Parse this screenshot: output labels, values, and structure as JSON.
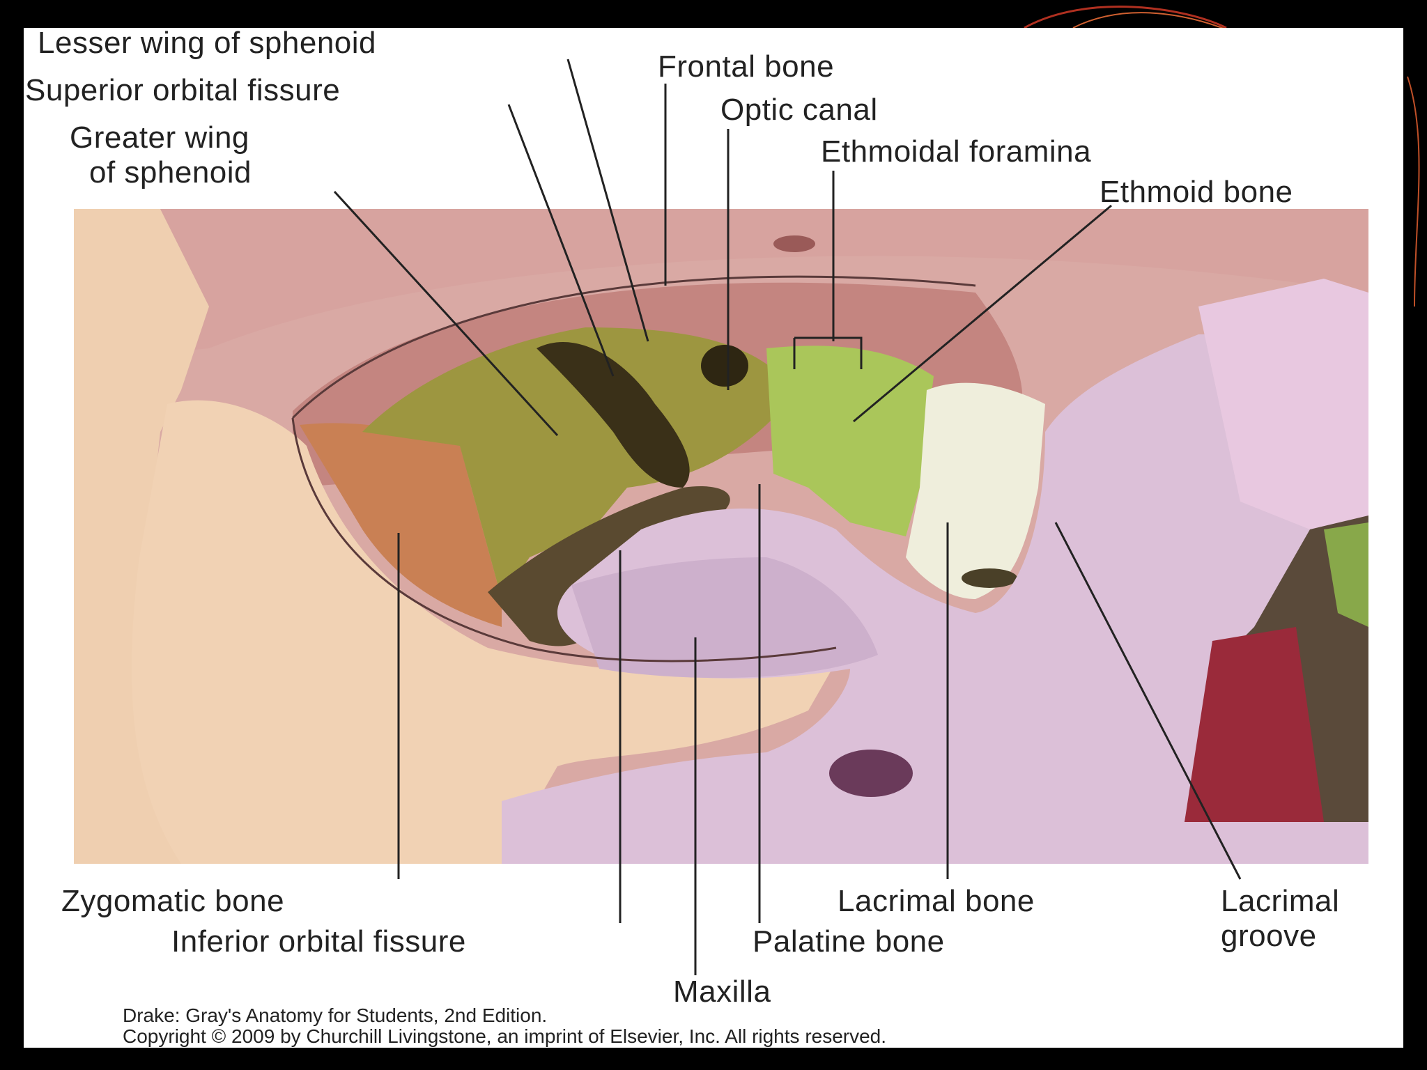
{
  "labels": {
    "lesser_wing": "Lesser wing of sphenoid",
    "superior_fissure": "Superior orbital fissure",
    "greater_wing_1": "Greater wing",
    "greater_wing_2": "of sphenoid",
    "frontal_bone": "Frontal bone",
    "optic_canal": "Optic canal",
    "ethmoidal_foramina": "Ethmoidal foramina",
    "ethmoid_bone": "Ethmoid bone",
    "zygomatic_bone": "Zygomatic bone",
    "inferior_fissure": "Inferior orbital fissure",
    "maxilla": "Maxilla",
    "palatine_bone": "Palatine bone",
    "lacrimal_bone": "Lacrimal bone",
    "lacrimal_groove_1": "Lacrimal",
    "lacrimal_groove_2": "groove"
  },
  "credit": {
    "line1": "Drake: Gray's Anatomy for Students, 2nd Edition.",
    "line2": "Copyright © 2009 by Churchill Livingstone, an imprint of Elsevier, Inc. All rights reserved."
  },
  "colors": {
    "frontal": "#c98a86",
    "zygomatic": "#efc8a4",
    "greater_wing": "#9f9a3e",
    "ethmoid": "#a8c85a",
    "lacrimal": "#efeede",
    "maxilla": "#d9b8d4",
    "palatine": "#c98054",
    "nasal": "#c4a8c4",
    "leader": "#222222"
  }
}
